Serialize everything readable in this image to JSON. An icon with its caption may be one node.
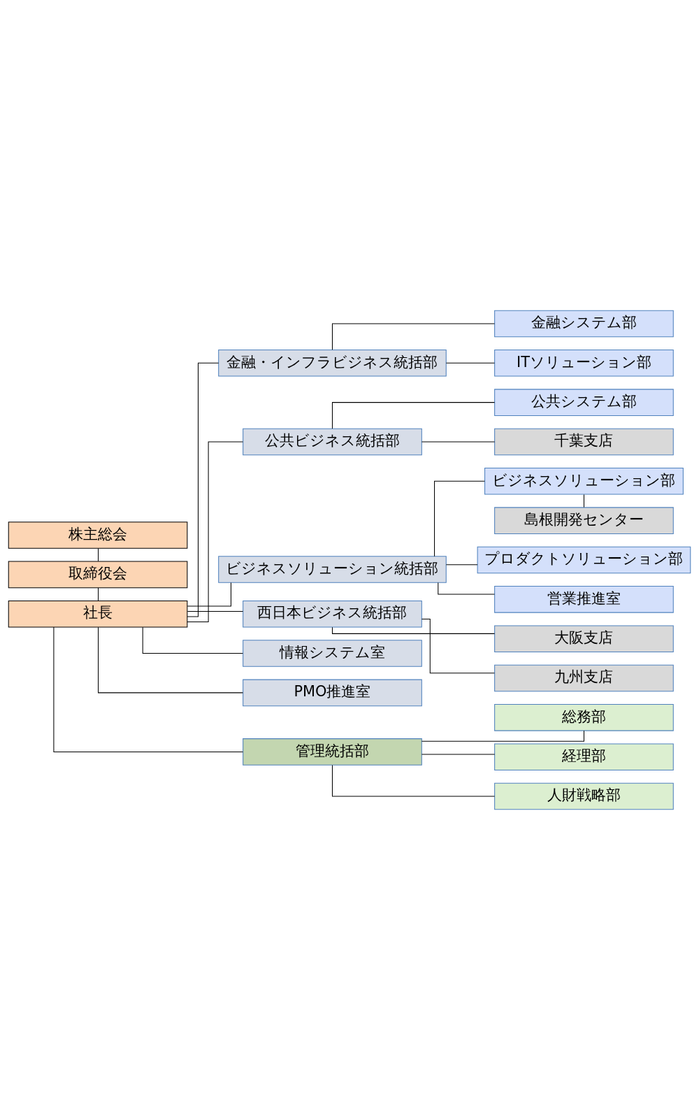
{
  "diagram": {
    "nodes": [
      {
        "text": [
          "株主総会"
        ]
      },
      {
        "text": [
          "取締役会"
        ]
      },
      {
        "text": [
          "社長"
        ]
      },
      {
        "text": [
          "金融・インフラビジネス統括部"
        ]
      },
      {
        "text": [
          "金融システム部"
        ]
      },
      {
        "text": [
          "ITソリューション部"
        ]
      },
      {
        "text": [
          "公共ビジネス統括部"
        ]
      },
      {
        "text": [
          "公共システム部"
        ]
      },
      {
        "text": [
          "千葉支店"
        ]
      },
      {
        "text": [
          "ビジネスソリューション統括部"
        ]
      },
      {
        "text": [
          "ビジネスソリューション部"
        ]
      },
      {
        "text": [
          "島根開発センター"
        ]
      },
      {
        "text": [
          "プロダクトソリューション部"
        ]
      },
      {
        "text": [
          "営業推進室"
        ]
      },
      {
        "text": [
          "西日本ビジネス統括部"
        ]
      },
      {
        "text": [
          "大阪支店"
        ]
      },
      {
        "text": [
          "九州支店"
        ]
      },
      {
        "text": [
          "情報システム室"
        ]
      },
      {
        "text": [
          "PMO推進室"
        ]
      },
      {
        "text": [
          "管理統括部"
        ]
      },
      {
        "text": [
          "総務部"
        ]
      },
      {
        "text": [
          "経理部"
        ]
      },
      {
        "text": [
          "人財戦略部"
        ]
      }
    ],
    "edges": [
      {
        "from": 0,
        "to": 1,
        "arrow": "none"
      },
      {
        "from": 1,
        "to": 2,
        "arrow": "none"
      },
      {
        "from": 2,
        "to": 3,
        "arrow": "none"
      },
      {
        "from": 2,
        "to": 6,
        "arrow": "none"
      },
      {
        "from": 2,
        "to": 9,
        "arrow": "none"
      },
      {
        "from": 2,
        "to": 14,
        "arrow": "none"
      },
      {
        "from": 2,
        "to": 17,
        "arrow": "none"
      },
      {
        "from": 2,
        "to": 18,
        "arrow": "none"
      },
      {
        "from": 2,
        "to": 19,
        "arrow": "none"
      },
      {
        "from": 3,
        "to": 4,
        "arrow": "none"
      },
      {
        "from": 3,
        "to": 5,
        "arrow": "none"
      },
      {
        "from": 6,
        "to": 7,
        "arrow": "none"
      },
      {
        "from": 6,
        "to": 8,
        "arrow": "none"
      },
      {
        "from": 9,
        "to": 10,
        "arrow": "none"
      },
      {
        "from": 10,
        "to": 11,
        "arrow": "none"
      },
      {
        "from": 9,
        "to": 12,
        "arrow": "none"
      },
      {
        "from": 9,
        "to": 13,
        "arrow": "none"
      },
      {
        "from": 14,
        "to": 15,
        "arrow": "none"
      },
      {
        "from": 14,
        "to": 16,
        "arrow": "none"
      },
      {
        "from": 19,
        "to": 20,
        "arrow": "none"
      },
      {
        "from": 19,
        "to": 21,
        "arrow": "none"
      },
      {
        "from": 19,
        "to": 22,
        "arrow": "none"
      }
    ]
  }
}
